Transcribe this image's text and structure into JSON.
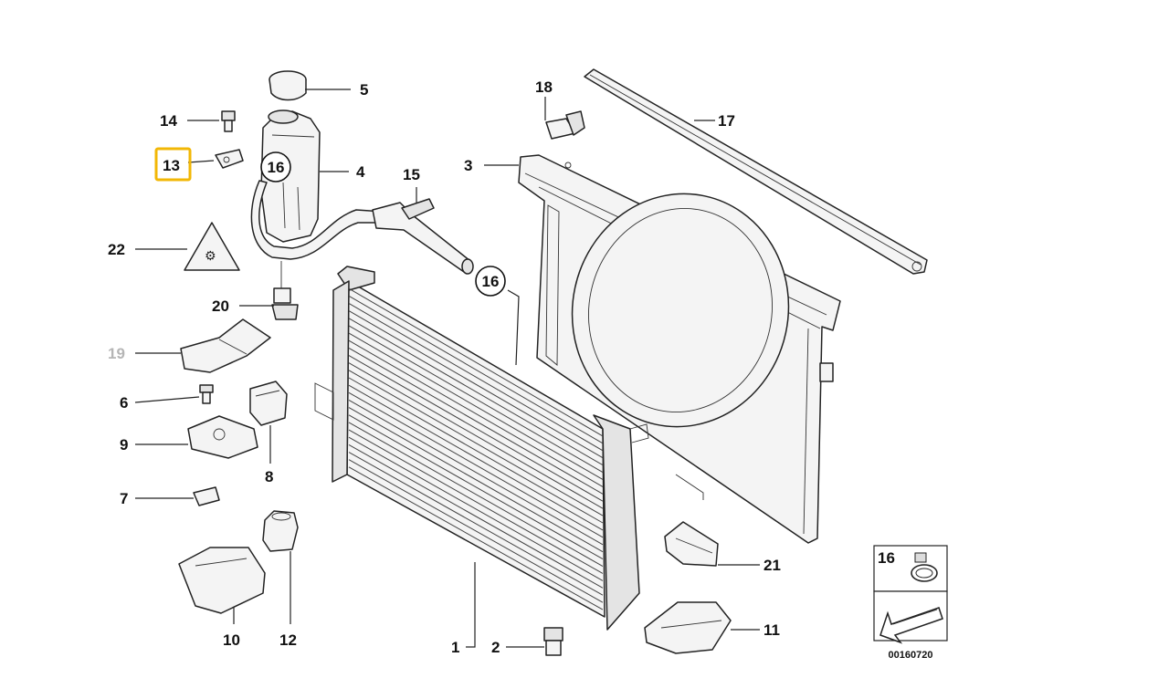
{
  "diagram": {
    "highlight_color": "#f2b705",
    "labels": {
      "p1": "1",
      "p2": "2",
      "p3": "3",
      "p4": "4",
      "p5": "5",
      "p6": "6",
      "p7": "7",
      "p8": "8",
      "p9": "9",
      "p10": "10",
      "p11": "11",
      "p12": "12",
      "p13": "13",
      "p14": "14",
      "p15": "15",
      "p16a": "16",
      "p16b": "16",
      "p17": "17",
      "p18": "18",
      "p19": "19",
      "p20": "20",
      "p21": "21",
      "p22": "22"
    },
    "legend": {
      "label": "16",
      "code": "00160720"
    }
  }
}
